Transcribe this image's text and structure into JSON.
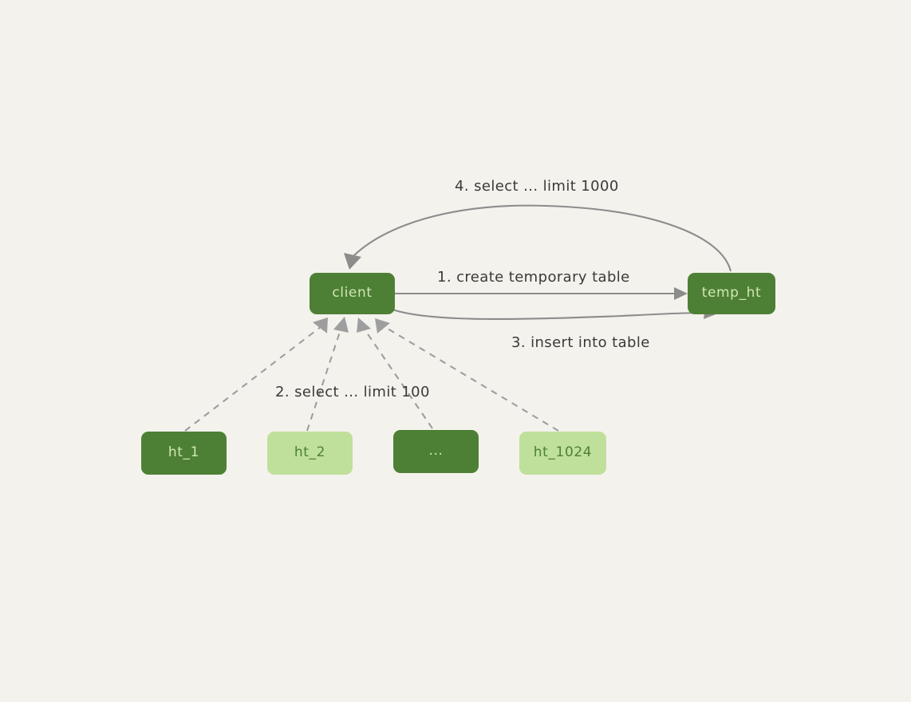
{
  "diagram": {
    "title": "client temporary table flow",
    "background_color": "#f4f2ed",
    "palette": {
      "node_dark_fill": "#4d8034",
      "node_dark_text": "#cfe6b6",
      "node_light_fill": "#bfe09a",
      "node_light_text": "#4d8034",
      "edge_color": "#8c8c8c",
      "dashed_edge_color": "#9e9e9e",
      "label_text": "#3a3a38"
    },
    "nodes": [
      {
        "id": "client",
        "label": "client",
        "style": "dark"
      },
      {
        "id": "temp_ht",
        "label": "temp_ht",
        "style": "dark"
      },
      {
        "id": "ht_1",
        "label": "ht_1",
        "style": "dark"
      },
      {
        "id": "ht_2",
        "label": "ht_2",
        "style": "light"
      },
      {
        "id": "ht_dots",
        "label": "...",
        "style": "dark"
      },
      {
        "id": "ht_1024",
        "label": "ht_1024",
        "style": "light"
      }
    ],
    "edges": [
      {
        "id": "e1",
        "from": "client",
        "to": "temp_ht",
        "label": "1. create temporary table",
        "dashed": false
      },
      {
        "id": "e2",
        "from": "shards",
        "to": "client",
        "label": "2. select ... limit 100",
        "dashed": true
      },
      {
        "id": "e3",
        "from": "client",
        "to": "temp_ht",
        "label": "3. insert into table",
        "dashed": false
      },
      {
        "id": "e4",
        "from": "temp_ht",
        "to": "client",
        "label": "4. select ... limit 1000",
        "dashed": false
      }
    ]
  }
}
